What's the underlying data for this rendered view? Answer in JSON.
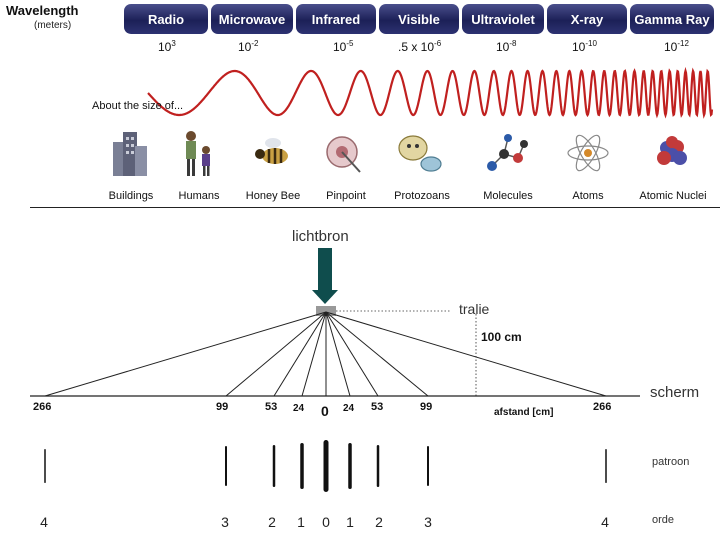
{
  "header": {
    "title": "Wavelength",
    "subtitle": "(meters)"
  },
  "bands": [
    {
      "label": "Radio"
    },
    {
      "label": "Microwave"
    },
    {
      "label": "Infrared"
    },
    {
      "label": "Visible"
    },
    {
      "label": "Ultraviolet"
    },
    {
      "label": "X-ray"
    },
    {
      "label": "Gamma Ray"
    }
  ],
  "wavelengths": [
    {
      "base": "10",
      "exp": "3"
    },
    {
      "base": "10",
      "exp": "-2"
    },
    {
      "base": "10",
      "exp": "-5"
    },
    {
      "base": ".5 x 10",
      "exp": "-6"
    },
    {
      "base": "10",
      "exp": "-8"
    },
    {
      "base": "10",
      "exp": "-10"
    },
    {
      "base": "10",
      "exp": "-12"
    }
  ],
  "about_label": "About the size of...",
  "examples": [
    {
      "label": "Buildings",
      "icon": "buildings-icon"
    },
    {
      "label": "Humans",
      "icon": "humans-icon"
    },
    {
      "label": "Honey Bee",
      "icon": "honey-bee-icon"
    },
    {
      "label": "Pinpoint",
      "icon": "pinpoint-icon"
    },
    {
      "label": "Protozoans",
      "icon": "protozoans-icon"
    },
    {
      "label": "Molecules",
      "icon": "molecules-icon"
    },
    {
      "label": "Atoms",
      "icon": "atoms-icon"
    },
    {
      "label": "Atomic Nuclei",
      "icon": "atomic-nuclei-icon"
    }
  ],
  "diffraction": {
    "source_label": "lichtbron",
    "grating_label": "tralie",
    "distance_label": "100 cm",
    "screen_label": "scherm",
    "axis_label": "afstand [cm]",
    "pattern_label": "patroon",
    "order_label": "orde",
    "positions": [
      "266",
      "99",
      "53",
      "24",
      "0",
      "24",
      "53",
      "99",
      "266"
    ],
    "orders": [
      "4",
      "3",
      "2",
      "1",
      "0",
      "1",
      "2",
      "3",
      "4"
    ]
  },
  "colors": {
    "band_dark": "#1c2057",
    "wave": "#c0201f",
    "arrow": "#0f4d4d"
  }
}
